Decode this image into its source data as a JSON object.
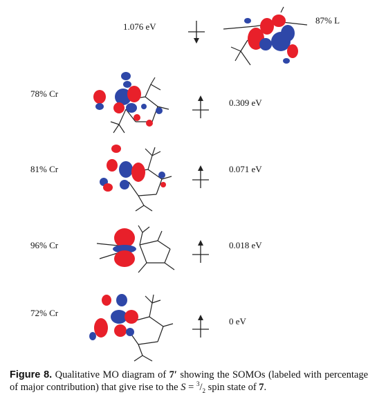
{
  "levels": [
    {
      "energy": "1.076 eV",
      "contribution": "87% L",
      "spin": "down"
    },
    {
      "energy": "0.309 eV",
      "contribution": "78% Cr",
      "spin": "up"
    },
    {
      "energy": "0.071 eV",
      "contribution": "81% Cr",
      "spin": "up"
    },
    {
      "energy": "0.018 eV",
      "contribution": "96% Cr",
      "spin": "up"
    },
    {
      "energy": "0 eV",
      "contribution": "72% Cr",
      "spin": "up"
    }
  ],
  "caption": {
    "head": "Figure 8.",
    "text1": " Qualitative MO diagram of ",
    "compound_prime": "7′",
    "text2": " showing the SOMOs (labeled with percentage of major contribution) that give rise to the ",
    "spin_symbol": "S",
    "text3": " = ",
    "frac_num": "3",
    "frac_slash": "/",
    "frac_den": "2",
    "text4": " spin state of ",
    "compound": "7",
    "text5": "."
  },
  "colors": {
    "lobe_red": "#e8202a",
    "lobe_blue": "#2e47a8",
    "bond": "#222222"
  }
}
